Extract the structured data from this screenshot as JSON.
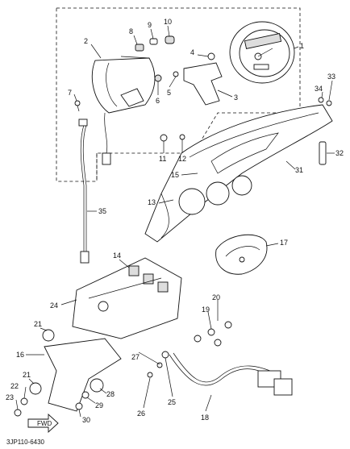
{
  "figure_code": "3JP110-6430",
  "fwd_label": "FWD",
  "callouts": [
    {
      "id": "1",
      "text": "1"
    },
    {
      "id": "2",
      "text": "2"
    },
    {
      "id": "3",
      "text": "3"
    },
    {
      "id": "4",
      "text": "4"
    },
    {
      "id": "5",
      "text": "5"
    },
    {
      "id": "6",
      "text": "6"
    },
    {
      "id": "7",
      "text": "7"
    },
    {
      "id": "8",
      "text": "8"
    },
    {
      "id": "9",
      "text": "9"
    },
    {
      "id": "10",
      "text": "10"
    },
    {
      "id": "11",
      "text": "11"
    },
    {
      "id": "12",
      "text": "12"
    },
    {
      "id": "13",
      "text": "13"
    },
    {
      "id": "14",
      "text": "14"
    },
    {
      "id": "15",
      "text": "15"
    },
    {
      "id": "16",
      "text": "16"
    },
    {
      "id": "17",
      "text": "17"
    },
    {
      "id": "18",
      "text": "18"
    },
    {
      "id": "19",
      "text": "19"
    },
    {
      "id": "20",
      "text": "20"
    },
    {
      "id": "21a",
      "text": "21"
    },
    {
      "id": "21b",
      "text": "21"
    },
    {
      "id": "22",
      "text": "22"
    },
    {
      "id": "23",
      "text": "23"
    },
    {
      "id": "24",
      "text": "24"
    },
    {
      "id": "25",
      "text": "25"
    },
    {
      "id": "26",
      "text": "26"
    },
    {
      "id": "27",
      "text": "27"
    },
    {
      "id": "28",
      "text": "28"
    },
    {
      "id": "29",
      "text": "29"
    },
    {
      "id": "30",
      "text": "30"
    },
    {
      "id": "31",
      "text": "31"
    },
    {
      "id": "32",
      "text": "32"
    },
    {
      "id": "33",
      "text": "33"
    },
    {
      "id": "34",
      "text": "34"
    },
    {
      "id": "35",
      "text": "35"
    }
  ]
}
